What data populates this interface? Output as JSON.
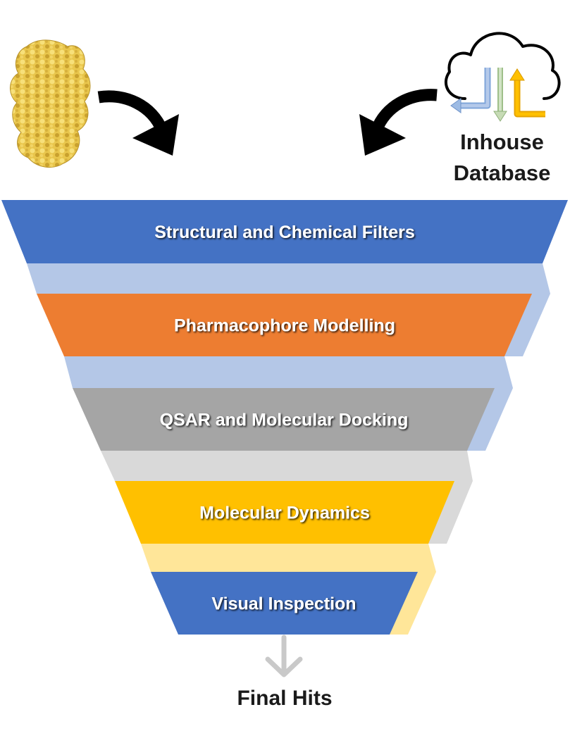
{
  "database": {
    "line1": "Inhouse",
    "line2": "Database",
    "icon": "cloud-database-icon"
  },
  "protein": {
    "icon": "protein-structure-icon"
  },
  "stages": [
    {
      "label": "Structural and Chemical Filters",
      "color": "#4472c4",
      "shadow": "#b4c7e7"
    },
    {
      "label": "Pharmacophore Modelling",
      "color": "#ed7d31",
      "shadow": "#b4c7e7"
    },
    {
      "label": "QSAR and Molecular Docking",
      "color": "#a5a5a5",
      "shadow": "#d9d9d9"
    },
    {
      "label": "Molecular Dynamics",
      "color": "#ffc000",
      "shadow": "#ffe699"
    },
    {
      "label": "Visual Inspection",
      "color": "#4472c4",
      "shadow": "#b4c7e7"
    }
  ],
  "final": {
    "label": "Final Hits"
  }
}
